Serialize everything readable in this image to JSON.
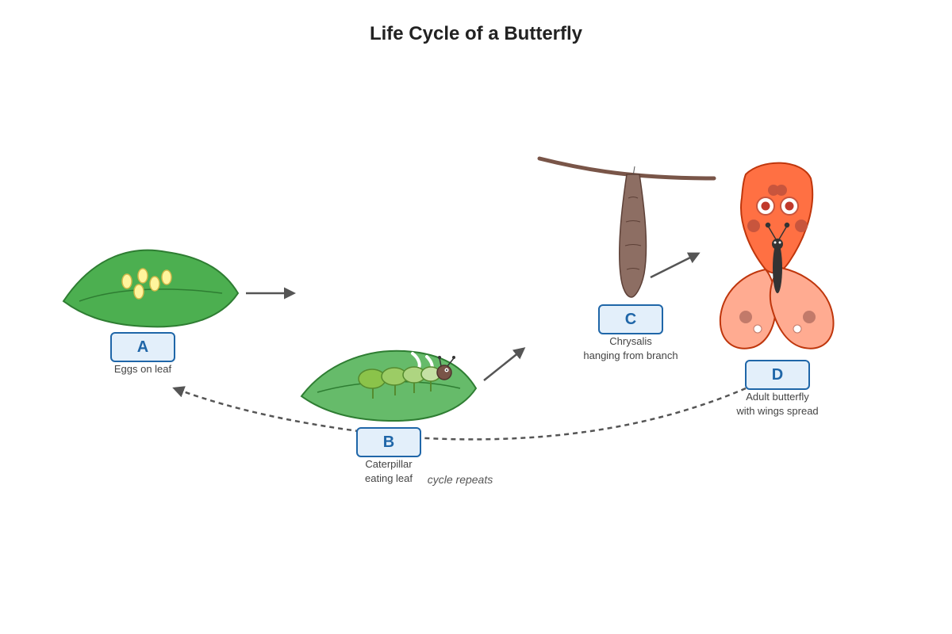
{
  "title": "Life Cycle of a Butterfly",
  "stages": [
    {
      "letter": "A",
      "caption_lines": [
        "Eggs on leaf"
      ],
      "subject": "eggs"
    },
    {
      "letter": "B",
      "caption_lines": [
        "Caterpillar",
        "eating leaf"
      ],
      "subject": "caterpillar"
    },
    {
      "letter": "C",
      "caption_lines": [
        "Chrysalis",
        "hanging from branch"
      ],
      "subject": "chrysalis"
    },
    {
      "letter": "D",
      "caption_lines": [
        "Adult butterfly",
        "with wings spread"
      ],
      "subject": "butterfly"
    }
  ],
  "cycle_label": "cycle repeats",
  "colors": {
    "leaf_dark": "#4caf50",
    "leaf_light": "#66bb6a",
    "leaf_stroke": "#2e7d32",
    "egg_fill": "#fff59d",
    "egg_stroke": "#d4b84a",
    "caterpillar_body": "#8bc34a",
    "caterpillar_head": "#795548",
    "chrysalis": "#8d6e63",
    "branch": "#795548",
    "wing_upper": "#ff7043",
    "wing_lower": "#ffab91",
    "wing_stroke": "#bf360c",
    "label_fill": "#e3effa",
    "label_stroke": "#1f66a8",
    "arrow": "#555555"
  }
}
